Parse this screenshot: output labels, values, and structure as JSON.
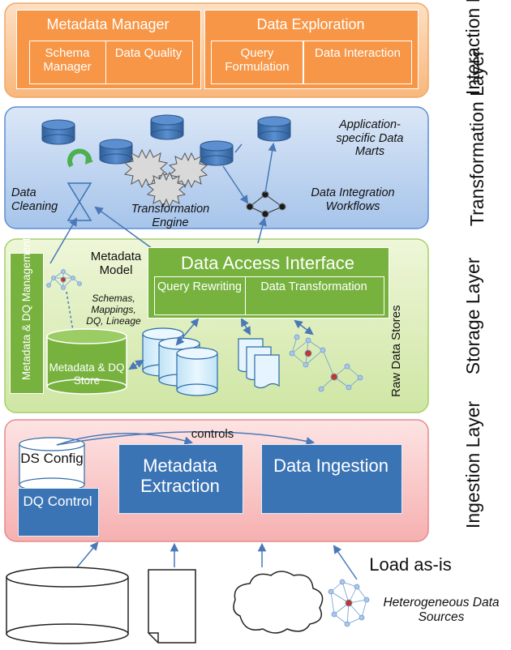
{
  "interaction": {
    "layer_label": "Interaction Layer",
    "metadata_manager": "Metadata Manager",
    "schema_manager": "Schema Manager",
    "data_quality": "Data Quality",
    "data_exploration": "Data Exploration",
    "query_formulation": "Query Formulation",
    "data_interaction": "Data Interaction"
  },
  "transformation": {
    "layer_label": "Transformation Layer",
    "app_marts": "Application-specific Data Marts",
    "data_cleaning": "Data Cleaning",
    "transformation_engine": "Transformation Engine",
    "integration_workflows": "Data Integration Workflows"
  },
  "storage": {
    "layer_label": "Storage Layer",
    "metadata_dq_mgmt": "Metadata & DQ Management",
    "metadata_model": "Metadata Model",
    "schemas_note": "Schemas, Mappings, DQ, Lineage",
    "metadata_store": "Metadata & DQ Store",
    "dai_title": "Data Access Interface",
    "query_rewriting": "Query Rewriting",
    "data_transformation": "Data Transformation",
    "raw_stores": "Raw Data Stores"
  },
  "ingestion": {
    "layer_label": "Ingestion Layer",
    "ds_config": "DS Config",
    "dq_control": "DQ Control",
    "controls": "controls",
    "metadata_extraction": "Metadata Extraction",
    "data_ingestion": "Data Ingestion"
  },
  "sources": {
    "load_as_is": "Load as-is",
    "heterogeneous": "Heterogeneous Data Sources"
  },
  "colors": {
    "orange": "#f79646",
    "blue": "#3b74b5",
    "green": "#77b23e",
    "arrow": "#4a78b8"
  }
}
